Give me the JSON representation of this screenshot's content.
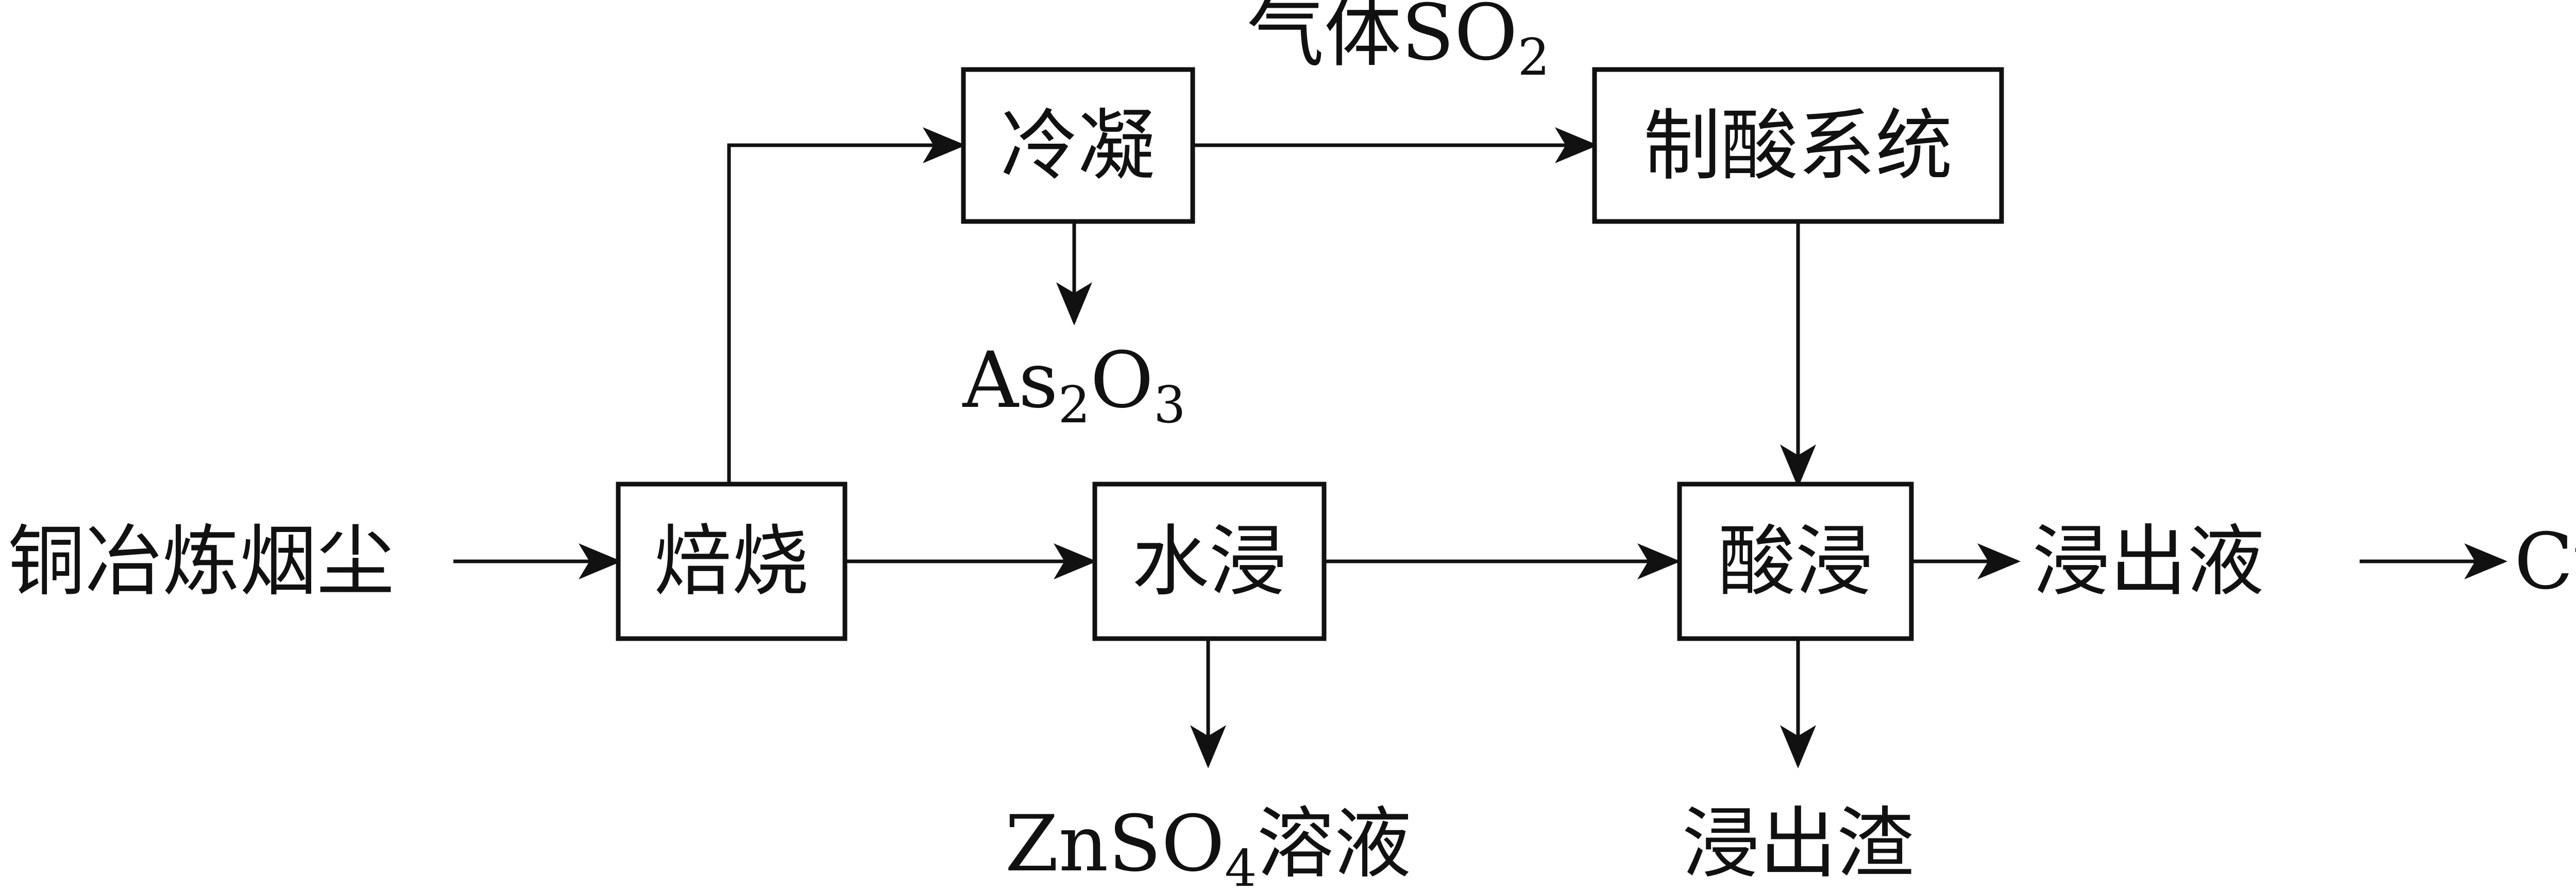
{
  "nodes": {
    "source": "铜冶炼烟尘",
    "roast": "焙烧",
    "condense": "冷凝",
    "acid_system": "制酸系统",
    "water_leach": "水浸",
    "acid_leach": "酸浸",
    "leachate": "浸出液",
    "copper": "Cu",
    "leach_residue": "浸出渣"
  },
  "labels": {
    "gas_prefix": "气体SO",
    "gas_sub": "2",
    "arsenic_main": "As",
    "arsenic_sub1": "2",
    "arsenic_mid": "O",
    "arsenic_sub2": "3",
    "zinc_main": "ZnSO",
    "zinc_sub": "4",
    "zinc_suffix": "溶液"
  },
  "colors": {
    "stroke": "#111111",
    "background": "#ffffff"
  }
}
